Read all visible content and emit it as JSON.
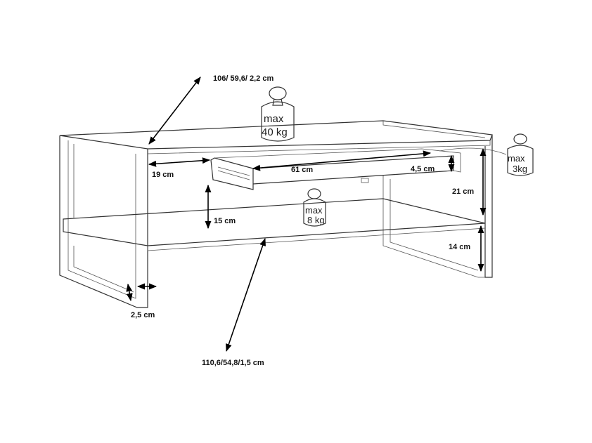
{
  "dimensions": {
    "tabletop": "106/ 59,6/ 2,2 cm",
    "shelf": "110,6/54,8/1,5 cm",
    "drawer_offset": "19 cm",
    "drawer_depth": "61 cm",
    "drawer_height": "4,5 cm",
    "top_clearance": "21 cm",
    "shelf_gap": "15 cm",
    "shelf_height": "14 cm",
    "leg_width": "2,5 cm"
  },
  "weights": {
    "top": {
      "line1": "max",
      "line2": "40 kg"
    },
    "shelf": {
      "line1": "max",
      "line2": "8 kg"
    },
    "drawer": {
      "line1": "max",
      "line2": "3kg"
    }
  }
}
